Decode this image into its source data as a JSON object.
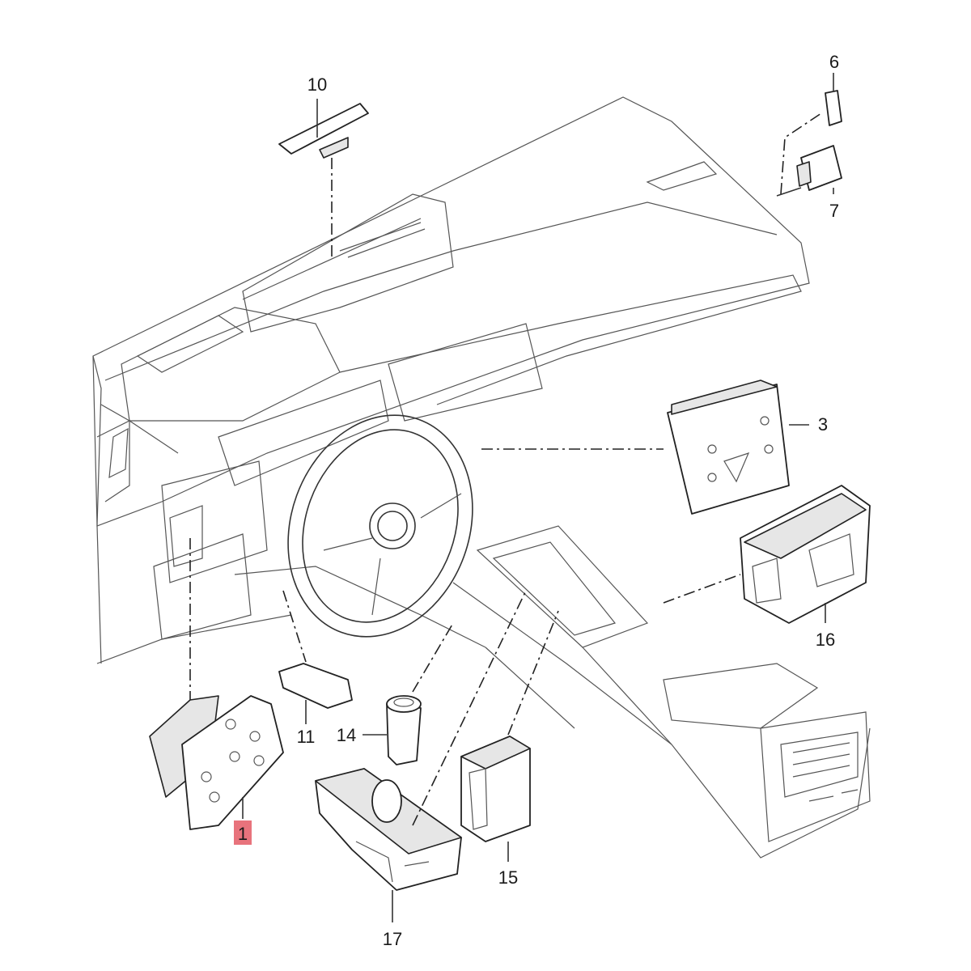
{
  "colors": {
    "line": "#333333",
    "background": "#ffffff",
    "highlight": "#e8737c"
  },
  "labels": {
    "p1": "1",
    "p3": "3",
    "p6": "6",
    "p7": "7",
    "p10": "10",
    "p11": "11",
    "p14": "14",
    "p15": "15",
    "p16": "16",
    "p17": "17"
  },
  "highlighted_part": "1"
}
